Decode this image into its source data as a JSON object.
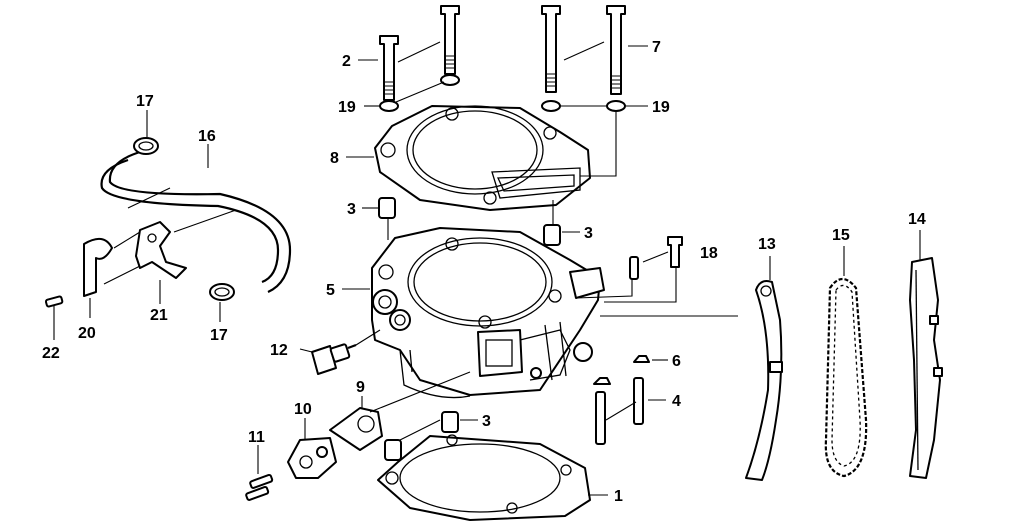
{
  "diagram": {
    "callouts": {
      "c1": "1",
      "c2": "2",
      "c3a": "3",
      "c3b": "3",
      "c3c": "3",
      "c4": "4",
      "c5": "5",
      "c6": "6",
      "c7": "7",
      "c8": "8",
      "c9": "9",
      "c10": "10",
      "c11": "11",
      "c12": "12",
      "c13": "13",
      "c14": "14",
      "c15": "15",
      "c16": "16",
      "c17a": "17",
      "c17b": "17",
      "c18": "18",
      "c19a": "19",
      "c19b": "19",
      "c20": "20",
      "c21": "21",
      "c22": "22"
    }
  }
}
